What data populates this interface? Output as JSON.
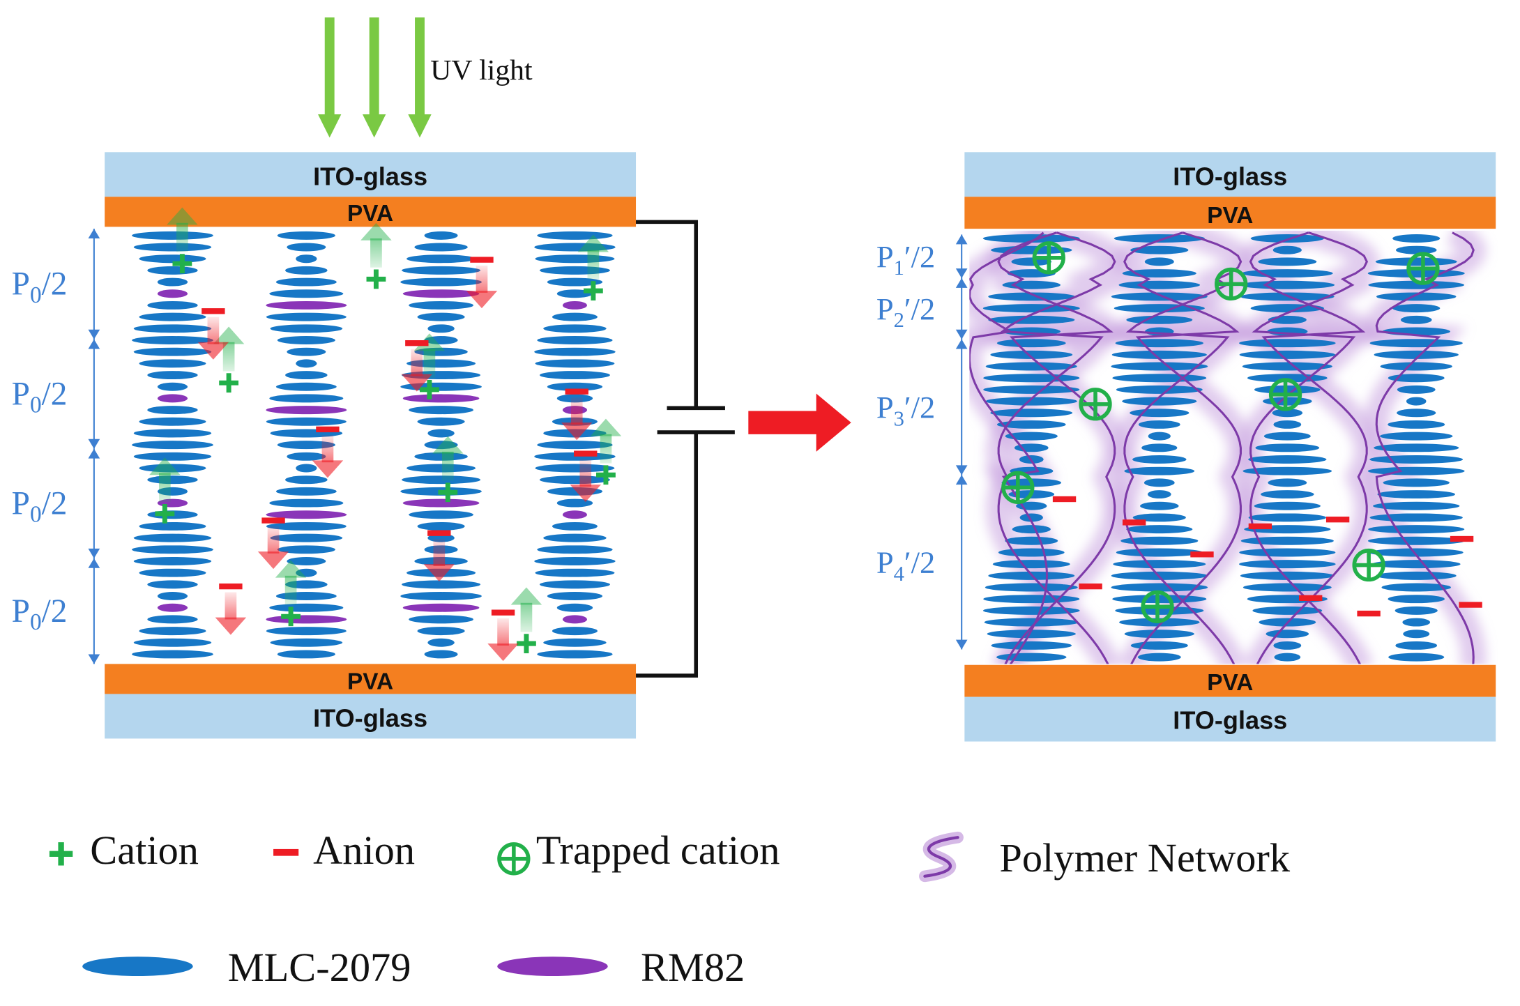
{
  "uv_label": "UV light",
  "left_cell": {
    "top_glass": "ITO-glass",
    "top_pva": "PVA",
    "bottom_pva": "PVA",
    "bottom_glass": "ITO-glass",
    "pitch_labels": [
      "P",
      "P",
      "P",
      "P"
    ],
    "pitch_subscript": "0",
    "pitch_suffix": "/2"
  },
  "right_cell": {
    "top_glass": "ITO-glass",
    "top_pva": "PVA",
    "bottom_pva": "PVA",
    "bottom_glass": "ITO-glass",
    "pitch_labels": [
      {
        "base": "P",
        "sub": "1",
        "suffix": "′/2"
      },
      {
        "base": "P",
        "sub": "2",
        "suffix": "′/2"
      },
      {
        "base": "P",
        "sub": "3",
        "suffix": "′/2"
      },
      {
        "base": "P",
        "sub": "4",
        "suffix": "′/2"
      }
    ]
  },
  "legend": {
    "cation": "Cation",
    "anion": "Anion",
    "trapped_cation": "Trapped cation",
    "polymer_network": "Polymer Network",
    "mlc": "MLC-2079",
    "rm82": "RM82"
  },
  "colors": {
    "glass": "#b4d6ee",
    "pva": "#f47f20",
    "mlc": "#1777c6",
    "rm82": "#8a35b8",
    "cation": "#22b04a",
    "anion": "#ee1c24",
    "uv": "#7ac943",
    "pitch": "#3d7fd1",
    "network": "#7d3aa8",
    "arrow": "#ee1c24"
  }
}
